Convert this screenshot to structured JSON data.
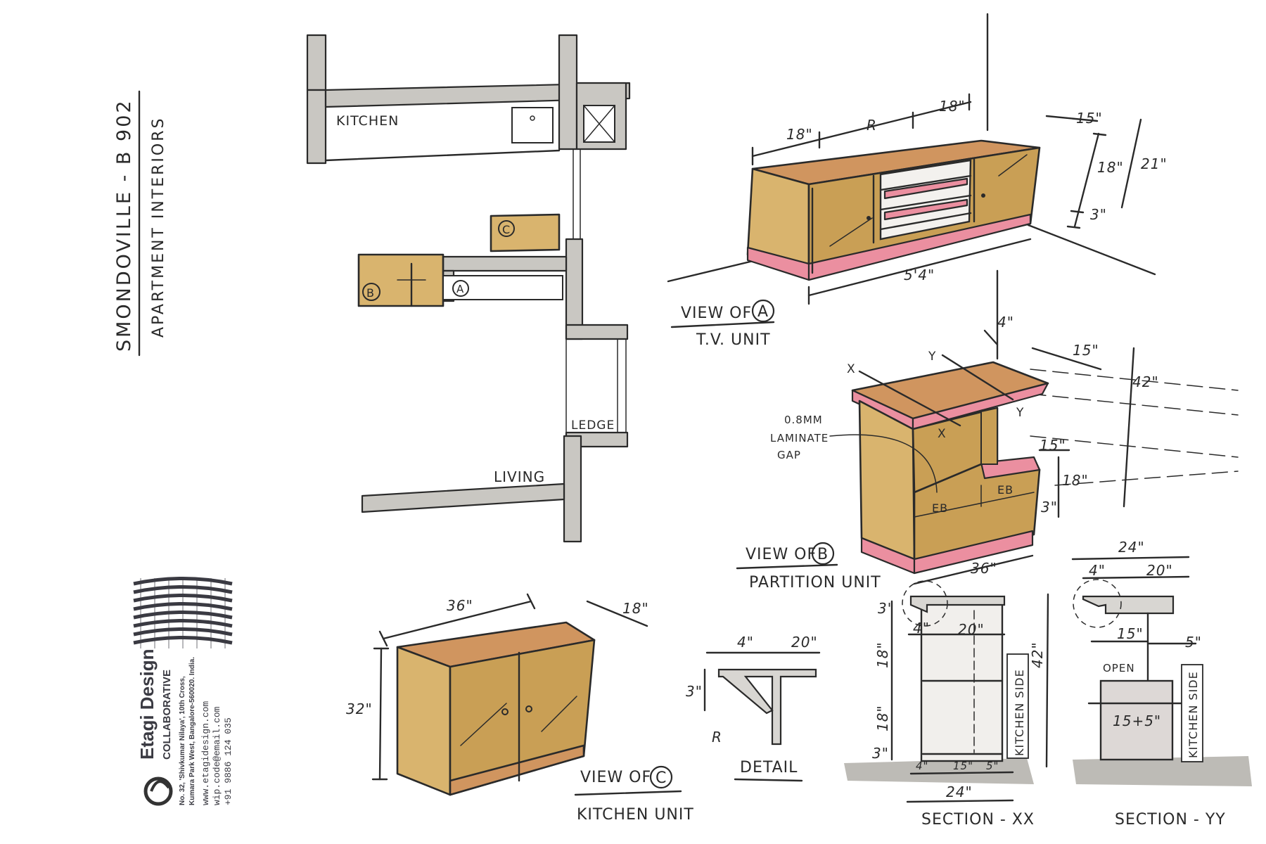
{
  "project": {
    "title": "SMONDOVILLE - B 902",
    "subtitle": "APARTMENT INTERIORS"
  },
  "plan": {
    "kitchen": "KITCHEN",
    "living": "LIVING",
    "ledge": "LEDGE",
    "marker_a": "A",
    "marker_b": "B",
    "marker_c": "C"
  },
  "view_a": {
    "title": "VIEW OF",
    "marker": "A",
    "subtitle": "T.V. UNIT",
    "dims": {
      "w1": "18\"",
      "w2": "R",
      "w3": "18\"",
      "depth": "15\"",
      "h1": "18\"",
      "h2": "21\"",
      "base": "3\"",
      "length": "5'4\""
    }
  },
  "view_b": {
    "title": "VIEW OF",
    "marker": "B",
    "subtitle": "PARTITION UNIT",
    "note_line1": "0.8MM",
    "note_line2": "LAMINATE",
    "note_line3": "GAP",
    "tags": {
      "x1": "X",
      "x2": "X",
      "y1": "Y",
      "y2": "Y",
      "eb1": "EB",
      "eb2": "EB"
    },
    "dims": {
      "top": "4\"",
      "depth": "15\"",
      "height": "42\"",
      "side": "15\"",
      "mid": "18\"",
      "base": "3\"",
      "width": "36\""
    }
  },
  "view_c": {
    "title": "VIEW OF",
    "marker": "C",
    "subtitle": "KITCHEN UNIT",
    "dims": {
      "width": "36\"",
      "depth": "18\"",
      "height": "32\""
    }
  },
  "detail": {
    "title": "DETAIL",
    "dims": {
      "a": "4\"",
      "b": "20\"",
      "c": "3\"",
      "d": "R"
    }
  },
  "section_xx": {
    "title": "SECTION - XX",
    "side_label": "KITCHEN SIDE",
    "dims": {
      "top": "3\"",
      "a": "4\"",
      "b": "20\"",
      "h1": "18\"",
      "h2": "18\"",
      "base": "3\"",
      "total": "42\"",
      "f1": "4\"",
      "f2": "15\"",
      "f3": "5\"",
      "width": "24\""
    }
  },
  "section_yy": {
    "title": "SECTION - YY",
    "side_label": "KITCHEN SIDE",
    "open": "OPEN",
    "dims": {
      "top": "24\"",
      "a": "4\"",
      "b": "20\"",
      "c": "15\"",
      "d": "5\"",
      "e": "15+5\""
    }
  },
  "firm": {
    "name": "Etagi Design",
    "sub": "COLLABORATIVE",
    "addr1": "No. 32, 'Shivkumar Nilaya', 10th Cross,",
    "addr2": "Kumara Park West, Bangalore-560020. India.",
    "web": "www.etagidesign.com",
    "email": "wip.code@email.com",
    "phone": "+91 9886 124 035"
  }
}
